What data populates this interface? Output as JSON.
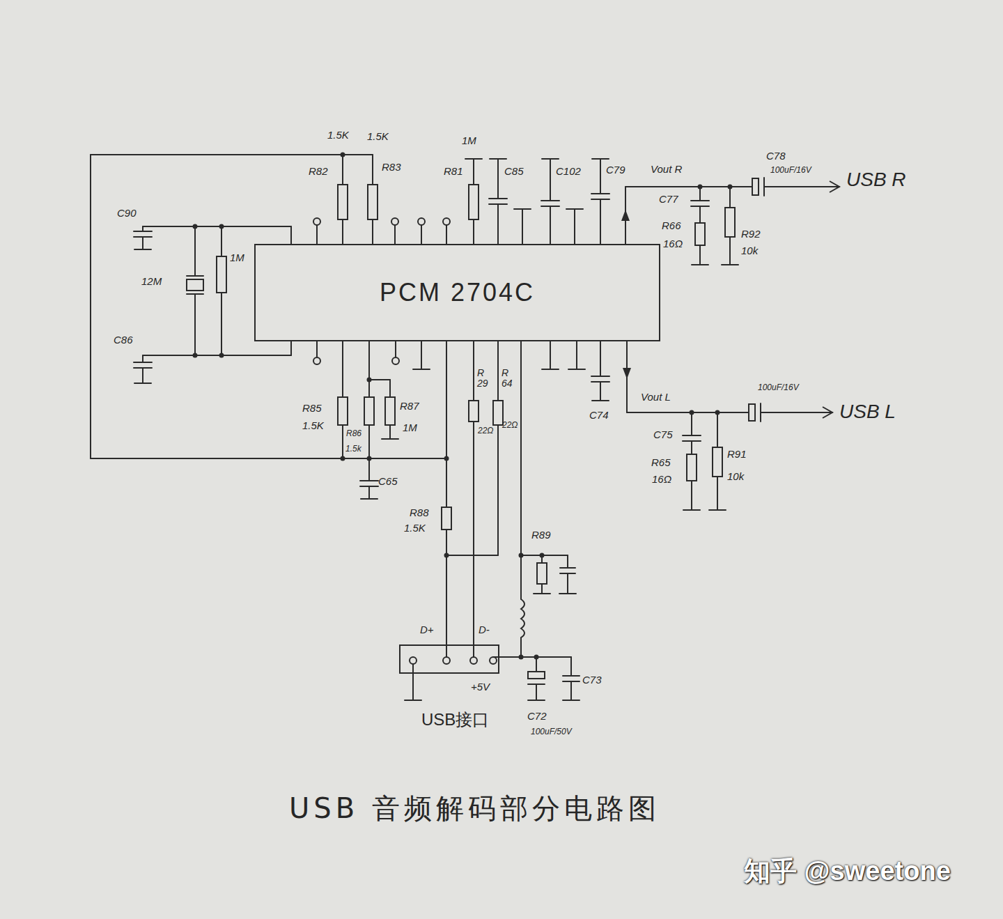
{
  "diagram": {
    "caption": "USB 音频解码部分电路图",
    "nodes": [
      {
        "text": [
          "PCM 2704C"
        ]
      },
      {
        "text": [
          "USB接口"
        ]
      }
    ],
    "labels": [
      "1.5K",
      "1.5K",
      "R82",
      "R83",
      "1M",
      "R81",
      "C85",
      "C102",
      "C79",
      "Vout R",
      "C78",
      "100uF/16V",
      "USB R",
      "C77",
      "R66",
      "16Ω",
      "R92",
      "10k",
      "C90",
      "12M",
      "1M",
      "C86",
      "R85",
      "1.5K",
      "R86",
      "1.5k",
      "R87",
      "1M",
      "C65",
      "R 29",
      "22Ω",
      "R 64",
      "22Ω",
      "R88",
      "1.5K",
      "R89",
      "C74",
      "Vout L",
      "100uF/16V",
      "USB L",
      "C75",
      "R65",
      "16Ω",
      "R91",
      "10k",
      "D+",
      "D-",
      "+5V",
      "C72",
      "100uF/50V",
      "C73",
      "知乎 @sweetone"
    ]
  }
}
